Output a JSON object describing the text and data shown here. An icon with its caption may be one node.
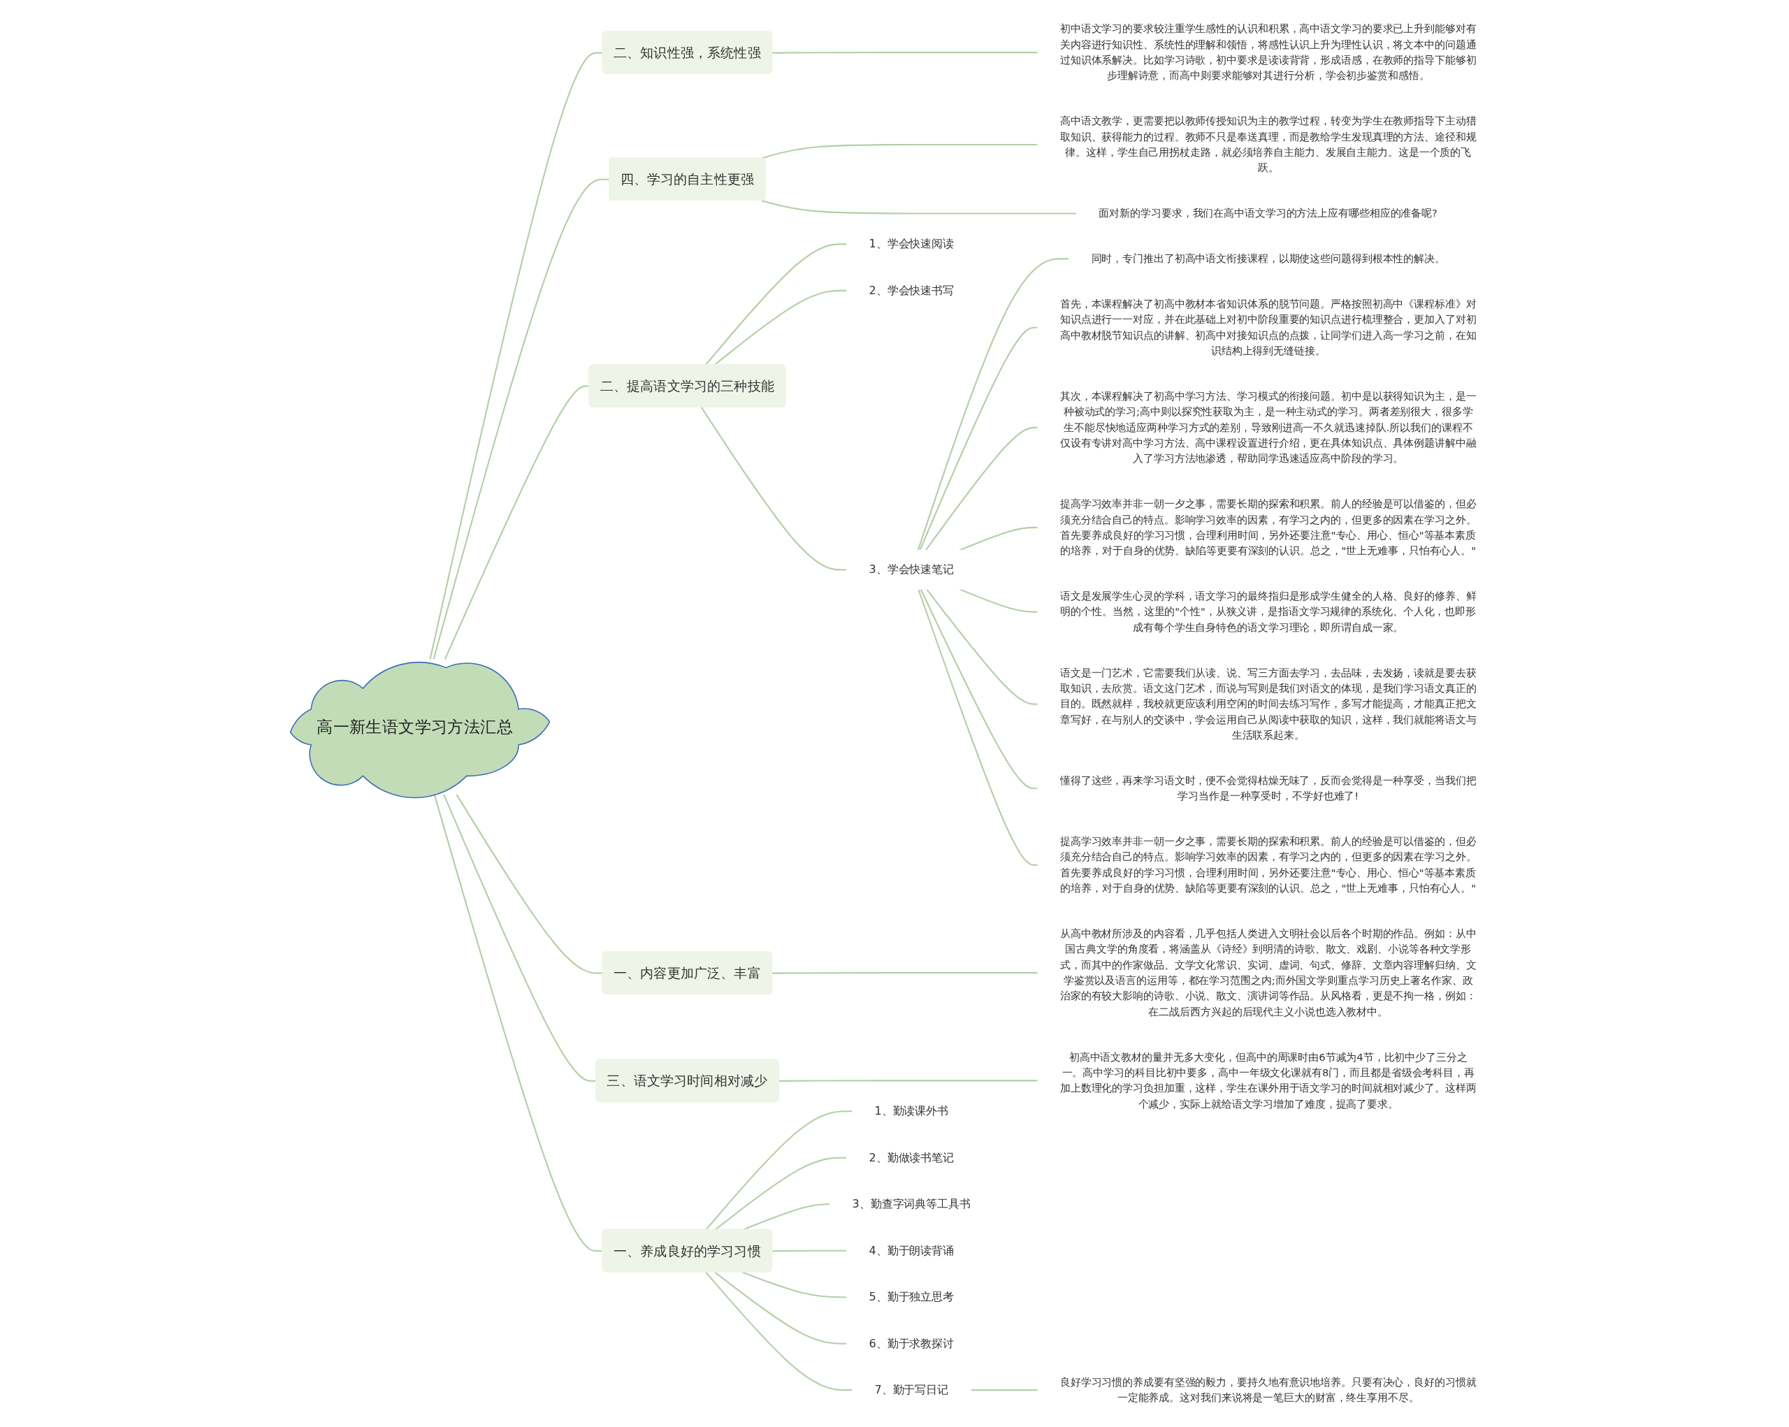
{
  "diagram": {
    "nodes": [
      {
        "text": [
          "高一新生语文学习方法汇总"
        ]
      },
      {
        "text": [
          "二、知识性强，系统性强"
        ]
      },
      {
        "text": [
          "初中语文学习的要求较注重学生感性的认识和积累，高中语文学习的要求已上升到能够对有关内容进行知识性、系统性的理解和领悟，将感性认识上升为理性认识，将文本中的问题通过知识体系解决。比如学习诗歌，初中要求是读读背背，形成语感，在教师的指导下能够初步理解诗意，而高中则要求能够对其进行分析，学会初步鉴赏和感悟。"
        ]
      },
      {
        "text": [
          "四、学习的自主性更强"
        ]
      },
      {
        "text": [
          "高中语文教学，更需要把以教师传授知识为主的教学过程，转变为学生在教师指导下主动猎取知识、获得能力的过程。教师不只是奉送真理，而是教给学生发现真理的方法、途径和规律。这样，学生自己用拐杖走路，就必须培养自主能力、发展自主能力。这是一个质的飞跃。"
        ]
      },
      {
        "text": [
          "面对新的学习要求，我们在高中语文学习的方法上应有哪些相应的准备呢?"
        ]
      },
      {
        "text": [
          "二、提高语文学习的三种技能"
        ]
      },
      {
        "text": [
          "1、学会快速阅读"
        ]
      },
      {
        "text": [
          "2、学会快速书写"
        ]
      },
      {
        "text": [
          "3、学会快速笔记"
        ]
      },
      {
        "text": [
          "同时，专门推出了初高中语文衔接课程，以期使这些问题得到根本性的解决。"
        ]
      },
      {
        "text": [
          "首先，本课程解决了初高中教材本省知识体系的脱节问题。严格按照初高中《课程标准》对知识点进行一一对应，并在此基础上对初中阶段重要的知识点进行梳理整合，更加入了对初高中教材脱节知识点的讲解、初高中对接知识点的点拨，让同学们进入高一学习之前，在知识结构上得到无缝链接。"
        ]
      },
      {
        "text": [
          "其次，本课程解决了初高中学习方法、学习模式的衔接问题。初中是以获得知识为主，是一种被动式的学习;高中则以探究性获取为主，是一种主动式的学习。两者差别很大，很多学生不能尽快地适应两种学习方式的差别，导致刚进高一不久就迅速掉队.所以我们的课程不仅设有专讲对高中学习方法、高中课程设置进行介绍，更在具体知识点、具体例题讲解中融入了学习方法地渗透，帮助同学迅速适应高中阶段的学习。"
        ]
      },
      {
        "text": [
          "提高学习效率并非一朝一夕之事，需要长期的探索和积累。前人的经验是可以借鉴的，但必须充分结合自己的特点。影响学习效率的因素，有学习之内的，但更多的因素在学习之外。首先要养成良好的学习习惯，合理利用时间，另外还要注意\"专心、用心、恒心\"等基本素质的培养，对于自身的优势、缺陷等更要有深刻的认识。总之，\"世上无难事，只怕有心人。\""
        ]
      },
      {
        "text": [
          "语文是发展学生心灵的学科，语文学习的最终指归是形成学生健全的人格、良好的修养、鲜明的个性。当然，这里的\"个性\"，从狭义讲，是指语文学习规律的系统化、个人化，也即形成有每个学生自身特色的语文学习理论，即所谓自成一家。"
        ]
      },
      {
        "text": [
          "语文是一门艺术，它需要我们从读、说、写三方面去学习，去品味，去发扬，读就是要去获取知识，去欣赏。语文这门艺术，而说与写则是我们对语文的体现，是我们学习语文真正的目的。既然就样，我校就更应该利用空闲的时间去练习写作，多写才能提高，才能真正把文章写好，在与别人的交谈中，学会运用自己从阅读中获取的知识，这样，我们就能将语文与生活联系起来。"
        ]
      },
      {
        "text": [
          "懂得了这些，再来学习语文时，便不会觉得枯燥无味了，反而会觉得是一种享受，当我们把学习当作是一种享受时，不学好也难了!"
        ]
      },
      {
        "text": [
          "提高学习效率并非一朝一夕之事，需要长期的探索和积累。前人的经验是可以借鉴的，但必须充分结合自己的特点。影响学习效率的因素，有学习之内的，但更多的因素在学习之外。首先要养成良好的学习习惯，合理利用时间，另外还要注意\"专心、用心、恒心\"等基本素质的培养，对于自身的优势、缺陷等更要有深刻的认识。总之，\"世上无难事，只怕有心人。\""
        ]
      },
      {
        "text": [
          "一、内容更加广泛、丰富"
        ]
      },
      {
        "text": [
          "从高中教材所涉及的内容看，几乎包括人类进入文明社会以后各个时期的作品。例如：从中国古典文学的角度看，将涵盖从《诗经》到明清的诗歌、散文、戏剧、小说等各种文学形式，而其中的作家做品、文学文化常识、实词、虚词、句式、修辞、文章内容理解归纳、文学鉴赏以及语言的运用等，都在学习范围之内;而外国文学则重点学习历史上著名作家、政治家的有较大影响的诗歌、小说、散文、演讲词等作品。从风格看，更是不拘一格，例如：在二战后西方兴起的后现代主义小说也选入教材中。"
        ]
      },
      {
        "text": [
          "三、语文学习时间相对减少"
        ]
      },
      {
        "text": [
          "初高中语文教材的量并无多大变化，但高中的周课时由6节减为4节，比初中少了三分之一。高中学习的科目比初中要多，高中一年级文化课就有8门，而且都是省级会考科目，再加上数理化的学习负担加重，这样，学生在课外用于语文学习的时间就相对减少了。这样两个减少，实际上就给语文学习增加了难度，提高了要求。"
        ]
      },
      {
        "text": [
          "一、养成良好的学习习惯"
        ]
      },
      {
        "text": [
          "1、勤读课外书"
        ]
      },
      {
        "text": [
          "2、勤做读书笔记"
        ]
      },
      {
        "text": [
          "3、勤查字词典等工具书"
        ]
      },
      {
        "text": [
          "4、勤于朗读背诵"
        ]
      },
      {
        "text": [
          "5、勤于独立思考"
        ]
      },
      {
        "text": [
          "6、勤于求教探讨"
        ]
      },
      {
        "text": [
          "7、勤于写日记"
        ]
      },
      {
        "text": [
          "良好学习习惯的养成要有坚强的毅力，要持久地有意识地培养。只要有决心，良好的习惯就一定能养成。这对我们来说将是一笔巨大的财富，终生享用不尽。"
        ]
      }
    ],
    "edges": [
      {
        "from": 0,
        "to": 1,
        "arrow": "none"
      },
      {
        "from": 1,
        "to": 2,
        "arrow": "none"
      },
      {
        "from": 0,
        "to": 3,
        "arrow": "none"
      },
      {
        "from": 3,
        "to": 4,
        "arrow": "none"
      },
      {
        "from": 3,
        "to": 5,
        "arrow": "none"
      },
      {
        "from": 0,
        "to": 6,
        "arrow": "none"
      },
      {
        "from": 6,
        "to": 7,
        "arrow": "none"
      },
      {
        "from": 6,
        "to": 8,
        "arrow": "none"
      },
      {
        "from": 6,
        "to": 9,
        "arrow": "none"
      },
      {
        "from": 9,
        "to": 10,
        "arrow": "none"
      },
      {
        "from": 9,
        "to": 11,
        "arrow": "none"
      },
      {
        "from": 9,
        "to": 12,
        "arrow": "none"
      },
      {
        "from": 9,
        "to": 13,
        "arrow": "none"
      },
      {
        "from": 9,
        "to": 14,
        "arrow": "none"
      },
      {
        "from": 9,
        "to": 15,
        "arrow": "none"
      },
      {
        "from": 9,
        "to": 16,
        "arrow": "none"
      },
      {
        "from": 9,
        "to": 17,
        "arrow": "none"
      },
      {
        "from": 0,
        "to": 18,
        "arrow": "none"
      },
      {
        "from": 18,
        "to": 19,
        "arrow": "none"
      },
      {
        "from": 0,
        "to": 20,
        "arrow": "none"
      },
      {
        "from": 20,
        "to": 21,
        "arrow": "none"
      },
      {
        "from": 0,
        "to": 22,
        "arrow": "none"
      },
      {
        "from": 22,
        "to": 23,
        "arrow": "none"
      },
      {
        "from": 22,
        "to": 24,
        "arrow": "none"
      },
      {
        "from": 22,
        "to": 25,
        "arrow": "none"
      },
      {
        "from": 22,
        "to": 26,
        "arrow": "none"
      },
      {
        "from": 22,
        "to": 27,
        "arrow": "none"
      },
      {
        "from": 22,
        "to": 28,
        "arrow": "none"
      },
      {
        "from": 22,
        "to": 29,
        "arrow": "none"
      },
      {
        "from": 29,
        "to": 30,
        "arrow": "none"
      }
    ]
  }
}
